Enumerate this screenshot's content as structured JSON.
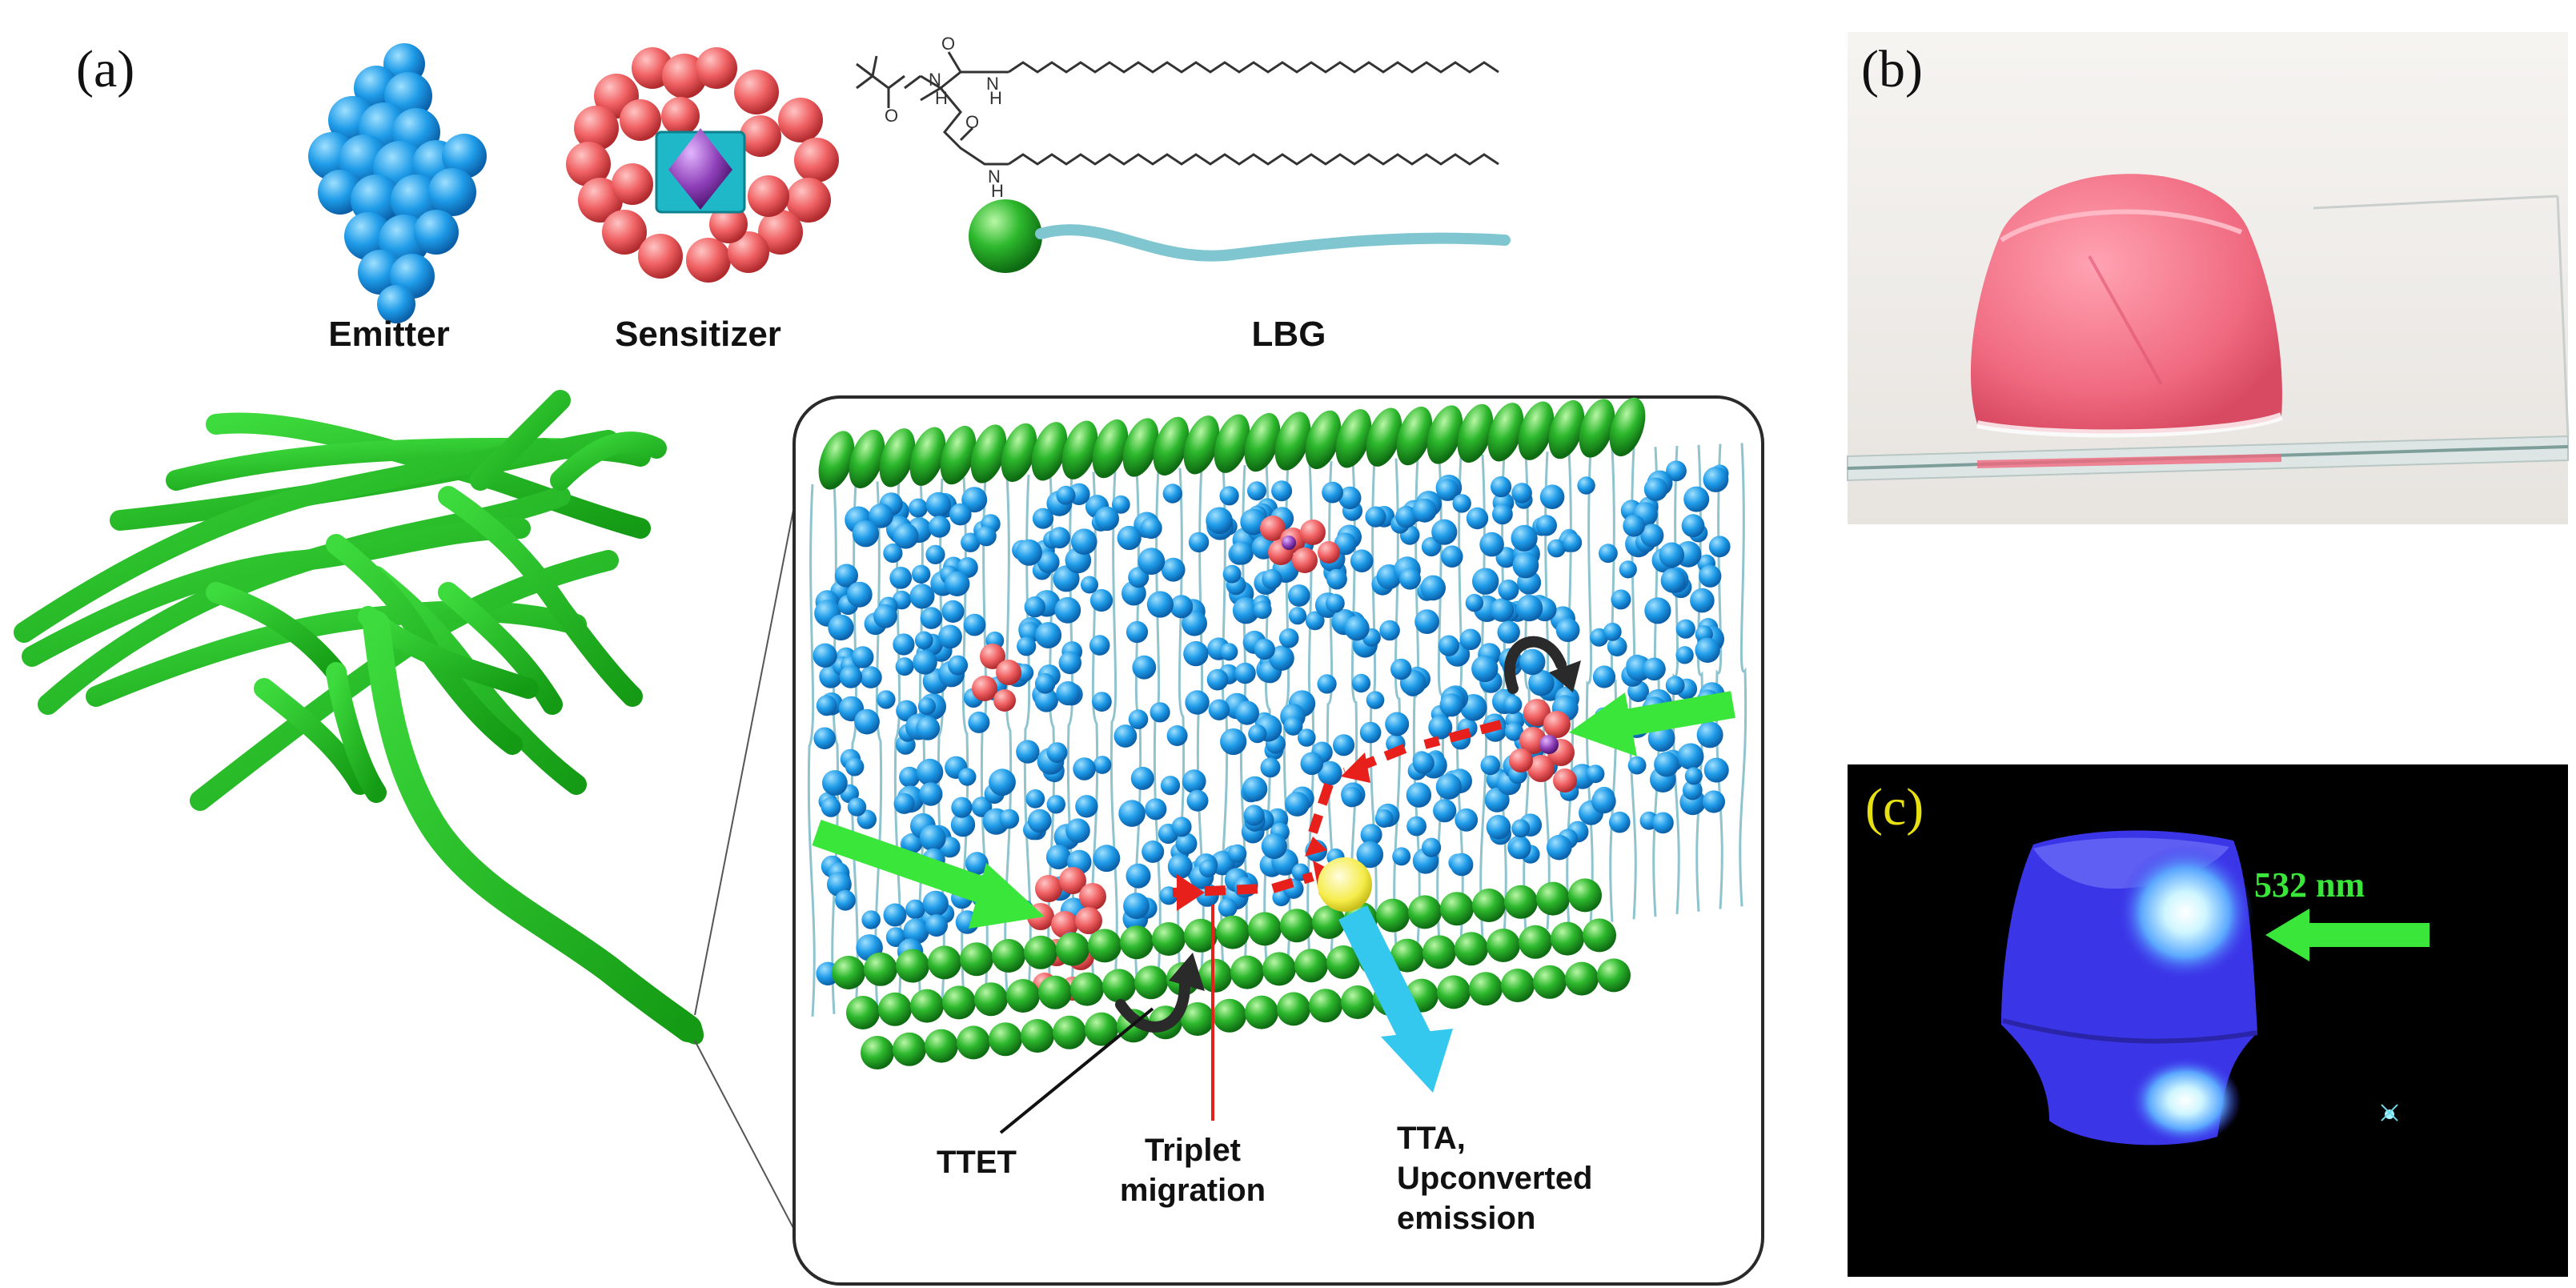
{
  "panel_a": {
    "label": "(a)",
    "molecules": [
      {
        "name": "Emitter",
        "color": "#1E9BE8"
      },
      {
        "name": "Sensitizer",
        "color": "#F06163",
        "center_color": "#8E3FB8",
        "core_color": "#1FB8C9"
      },
      {
        "name": "LBG",
        "head_color": "#2DB82D",
        "tail_color": "#7FC6D0"
      }
    ],
    "fiber_color": "#1FB51F",
    "annotations": {
      "ttet": "TTET",
      "migration_line1": "Triplet",
      "migration_line2": "migration",
      "emission_line1": "TTA,",
      "emission_line2": "Upconverted",
      "emission_line3": "emission"
    },
    "colors": {
      "arrow_excitation": "#39E639",
      "arrow_migration": "#E8201C",
      "arrow_emission": "#35C8EE",
      "annihilation_spot": "#F5EC4A",
      "curl_arrow": "#2A2A2A"
    }
  },
  "panel_b": {
    "label": "(b)",
    "gel_color": "#F06A80",
    "background": "#F0EEEB"
  },
  "panel_c": {
    "label": "(c)",
    "label_color": "#E6E012",
    "wavelength": "532 nm",
    "wavelength_color": "#39E639",
    "background": "#000000",
    "glow_color": "#3B35E8"
  }
}
